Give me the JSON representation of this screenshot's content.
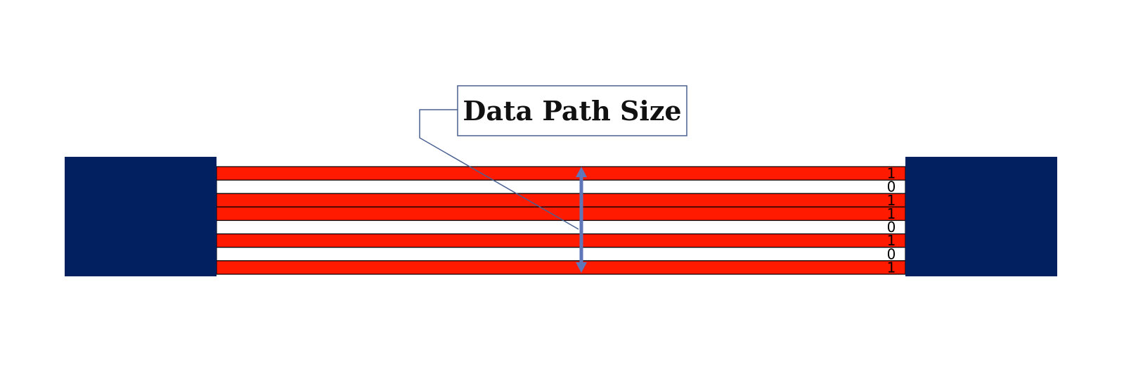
{
  "callout": {
    "label": "Data Path Size"
  },
  "bus": {
    "bits": [
      "1",
      "0",
      "1",
      "1",
      "0",
      "1",
      "0",
      "1"
    ]
  },
  "colors": {
    "block": "#02205f",
    "line_high": "#ff1a00",
    "line_low": "#ffffff",
    "line_border": "#000000",
    "arrow": "#5f76b8",
    "callout_border": "#4a6091",
    "leader_line": "#4a6091"
  }
}
